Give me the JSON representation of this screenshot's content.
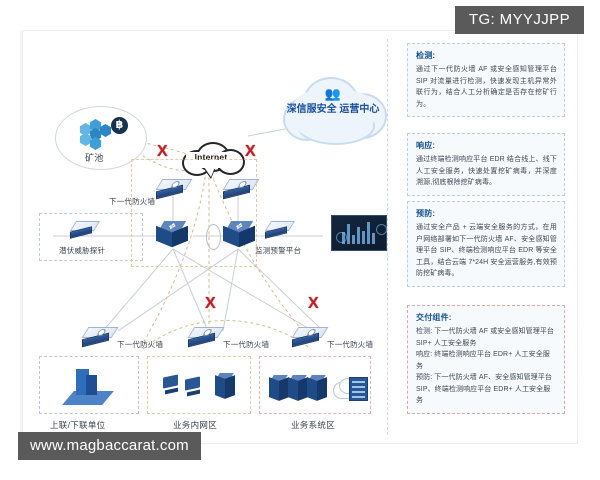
{
  "overlays": {
    "tag_badge": "TG: MYYJJPP",
    "watermark": "www.magbaccarat.com"
  },
  "diagram": {
    "mining_pool_label": "矿池",
    "internet_label": "Internet",
    "soc_cloud_label": "深信服安全\n运营中心",
    "nodes": [
      {
        "label": "下一代防火墙"
      },
      {
        "label": "潜伏威胁探针"
      },
      {
        "label": "监测预警平台"
      },
      {
        "label": "下一代防火墙"
      },
      {
        "label": "下一代防火墙"
      },
      {
        "label": "下一代防火墙"
      }
    ],
    "zones": [
      {
        "label": "上联/下联单位"
      },
      {
        "label": "业务内网区"
      },
      {
        "label": "业务系统区"
      }
    ],
    "block_marks": [
      "X",
      "X",
      "X",
      "X"
    ]
  },
  "panel": {
    "blocks": [
      {
        "title": "检测:",
        "body": "通过下一代防火墙 AF 或安全感知管理平台 SIP 对流量进行检测，快速发现主机异常外联行为，结合人工分析确定是否存在挖矿行为。"
      },
      {
        "title": "响应:",
        "body": "通过终端检测响应平台 EDR 结合线上、线下人工安全服务，快速处置挖矿病毒，并深度溯源,彻底根除挖矿病毒。"
      },
      {
        "title": "预防:",
        "body": "通过安全产品 + 云端安全服务的方式，在用户网络部署如下一代防火墙 AF、安全感知管理平台 SIP、终端检测响应平台 EDR 等安全工具，结合云端 7*24H 安全运营服务,有效预防挖矿病毒。"
      },
      {
        "title": "交付组件:",
        "body": "检测: 下一代防火墙 AF 或安全感知管理平台 SIP+ 人工安全服务\n响应: 终端检测响应平台 EDR+ 人工安全服务\n预防: 下一代防火墙 AF、安全感知管理平台 SIP、终端检测响应平台 EDR+ 人工安全服务"
      }
    ]
  }
}
